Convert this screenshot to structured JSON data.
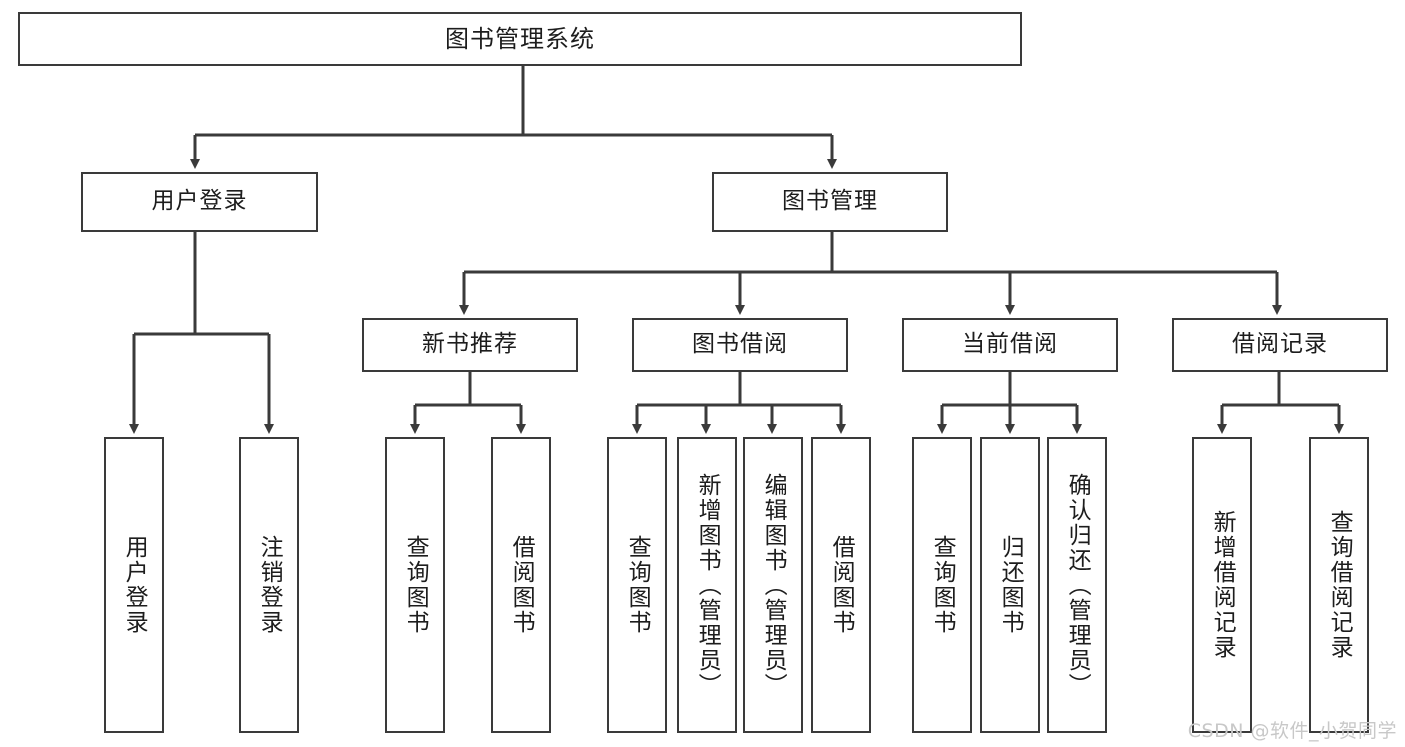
{
  "diagram": {
    "title": "图书管理系统",
    "type": "tree-hierarchy",
    "watermark": "CSDN @软件_小贺同学",
    "colors": {
      "box_border": "#3a3a3a",
      "box_fill": "#ffffff",
      "connector": "#3a3a3a",
      "text": "#1d1d1d",
      "watermark": "#c8c8c8"
    },
    "root": {
      "label": "图书管理系统"
    },
    "level2": [
      {
        "label": "用户登录"
      },
      {
        "label": "图书管理"
      }
    ],
    "level3": [
      {
        "label": "新书推荐"
      },
      {
        "label": "图书借阅"
      },
      {
        "label": "当前借阅"
      },
      {
        "label": "借阅记录"
      }
    ],
    "leaves": {
      "user_login": [
        {
          "label": "用户登录"
        },
        {
          "label": "注销登录"
        }
      ],
      "new_book": [
        {
          "label": "查询图书"
        },
        {
          "label": "借阅图书"
        }
      ],
      "book_borrow": [
        {
          "label": "查询图书"
        },
        {
          "label": "新增图书（管理员）"
        },
        {
          "label": "编辑图书（管理员）"
        },
        {
          "label": "借阅图书"
        }
      ],
      "current_borrow": [
        {
          "label": "查询图书"
        },
        {
          "label": "归还图书"
        },
        {
          "label": "确认归还（管理员）"
        }
      ],
      "borrow_record": [
        {
          "label": "新增借阅记录"
        },
        {
          "label": "查询借阅记录"
        }
      ]
    }
  }
}
